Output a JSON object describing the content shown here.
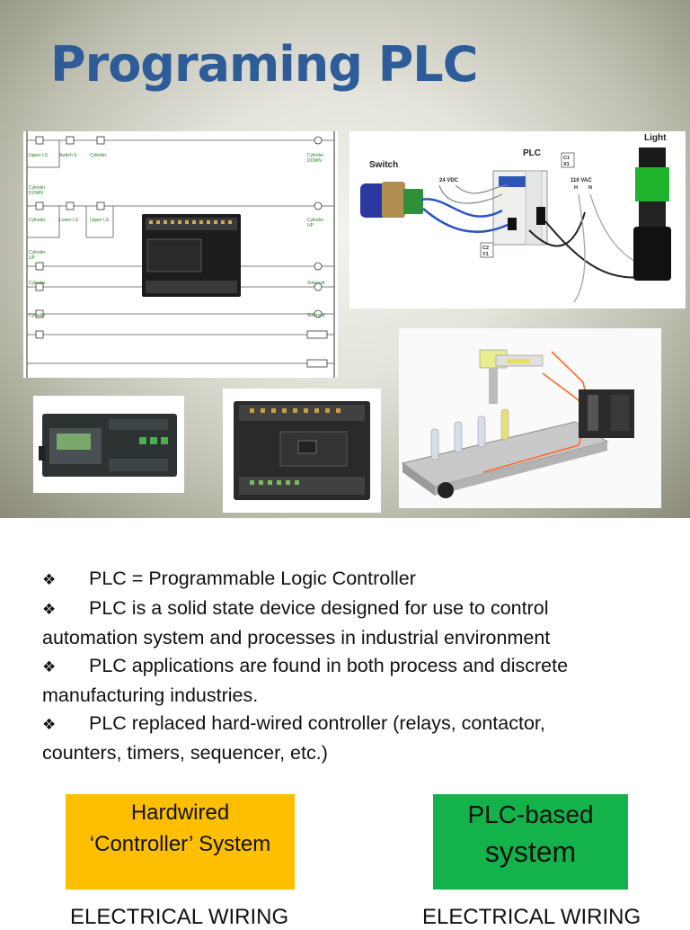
{
  "slide": {
    "title": "Programing PLC",
    "wiring": {
      "switch_label": "Switch",
      "plc_label": "PLC",
      "light_label": "Light",
      "vdc_label": "24 VDC",
      "vac_label": "110 VAC",
      "c1_label": "C1",
      "x1_label": "X1",
      "c2_label": "C2",
      "y1_label": "Y1",
      "h_label": "H",
      "n_label": "N"
    }
  },
  "notes": {
    "bullet_symbol": "❖",
    "lines": [
      "PLC = Programmable Logic Controller",
      "PLC is a solid state device designed for use to control",
      "automation system and processes in industrial environment",
      "PLC applications are found in both process and discrete",
      "manufacturing industries.",
      "PLC replaced hard-wired controller (relays, contactor,",
      "counters, timers, sequencer, etc.)"
    ]
  },
  "boxes": {
    "hardwired": {
      "line1": "Hardwired",
      "line2": "‘Controller’ System",
      "color": "#fdbf00"
    },
    "plc": {
      "line1": "PLC-based",
      "line2": "system",
      "color": "#13b24a"
    }
  },
  "captions": {
    "left": "ELECTRICAL WIRING",
    "right": "ELECTRICAL WIRING"
  },
  "colors": {
    "title": "#2e5c99"
  }
}
